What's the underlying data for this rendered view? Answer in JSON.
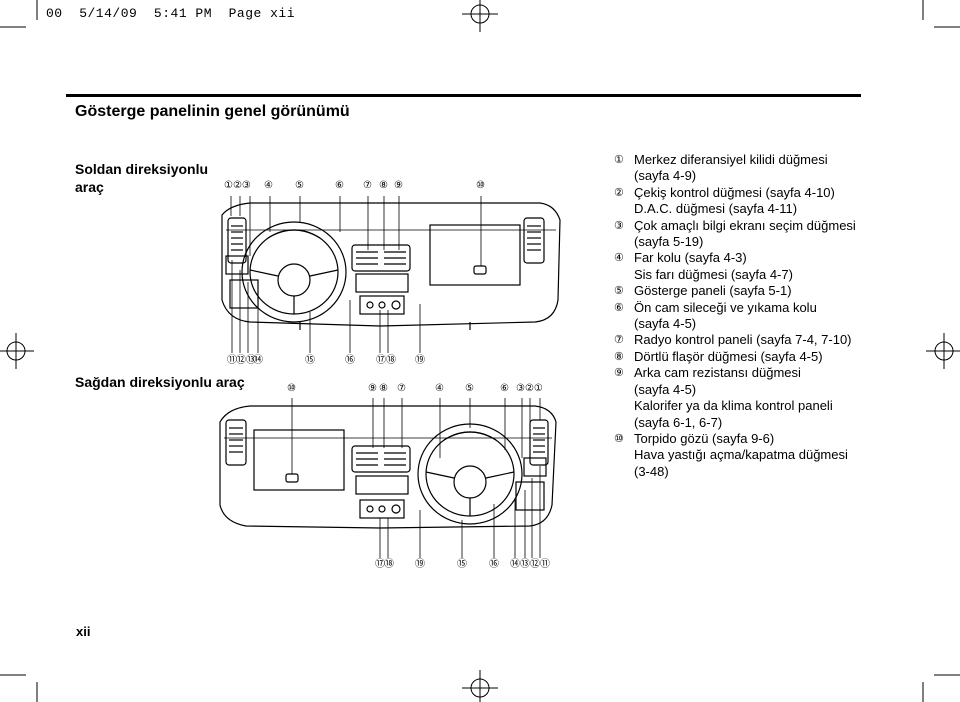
{
  "print_header": "00  5/14/09  5:41 PM  Page xii",
  "section_title": "Gösterge panelinin genel görünümü",
  "lhd_label": "Soldan direksiyonlu araç",
  "rhd_label": "Sağdan direksiyonlu araç",
  "page_number": "xii",
  "callouts": {
    "lhd_top": [
      "①②③",
      "④",
      "⑤",
      "⑥",
      "⑦",
      "⑧",
      "⑨",
      "⑩"
    ],
    "lhd_bottom": [
      "⑪",
      "⑫⑬",
      "⑭",
      "⑮",
      "⑯",
      "⑰⑱",
      "⑲"
    ],
    "rhd_top": [
      "⑩",
      "⑨",
      "⑧",
      "⑦",
      "④",
      "⑤",
      "⑥",
      "③②①"
    ],
    "rhd_bottom": [
      "⑰",
      "⑱",
      "⑲",
      "⑮",
      "⑯",
      "⑭⑬⑫⑪"
    ]
  },
  "legend": [
    {
      "num": "①",
      "lines": [
        "Merkez diferansiyel kilidi düğmesi",
        "(sayfa 4-9)"
      ]
    },
    {
      "num": "②",
      "lines": [
        "Çekiş kontrol düğmesi (sayfa 4-10)",
        "D.A.C. düğmesi (sayfa 4-11)"
      ]
    },
    {
      "num": "③",
      "lines": [
        "Çok amaçlı bilgi ekranı seçim düğmesi",
        "(sayfa 5-19)"
      ]
    },
    {
      "num": "④",
      "lines": [
        "Far kolu (sayfa 4-3)",
        "Sis farı düğmesi (sayfa 4-7)"
      ]
    },
    {
      "num": "⑤",
      "lines": [
        "Gösterge paneli (sayfa 5-1)"
      ]
    },
    {
      "num": "⑥",
      "lines": [
        "Ön cam sileceği ve yıkama kolu",
        "(sayfa 4-5)"
      ]
    },
    {
      "num": "⑦",
      "lines": [
        "Radyo kontrol paneli (sayfa 7-4, 7-10)"
      ]
    },
    {
      "num": "⑧",
      "lines": [
        "Dörtlü flaşör düğmesi (sayfa 4-5)"
      ]
    },
    {
      "num": "⑨",
      "lines": [
        "Arka cam rezistansı düğmesi",
        "(sayfa 4-5)",
        "Kalorifer ya da klima kontrol paneli",
        "(sayfa 6-1, 6-7)"
      ]
    },
    {
      "num": "⑩",
      "lines": [
        "Torpido gözü (sayfa 9-6)",
        "Hava yastığı açma/kapatma düğmesi",
        "(3-48)"
      ]
    }
  ]
}
